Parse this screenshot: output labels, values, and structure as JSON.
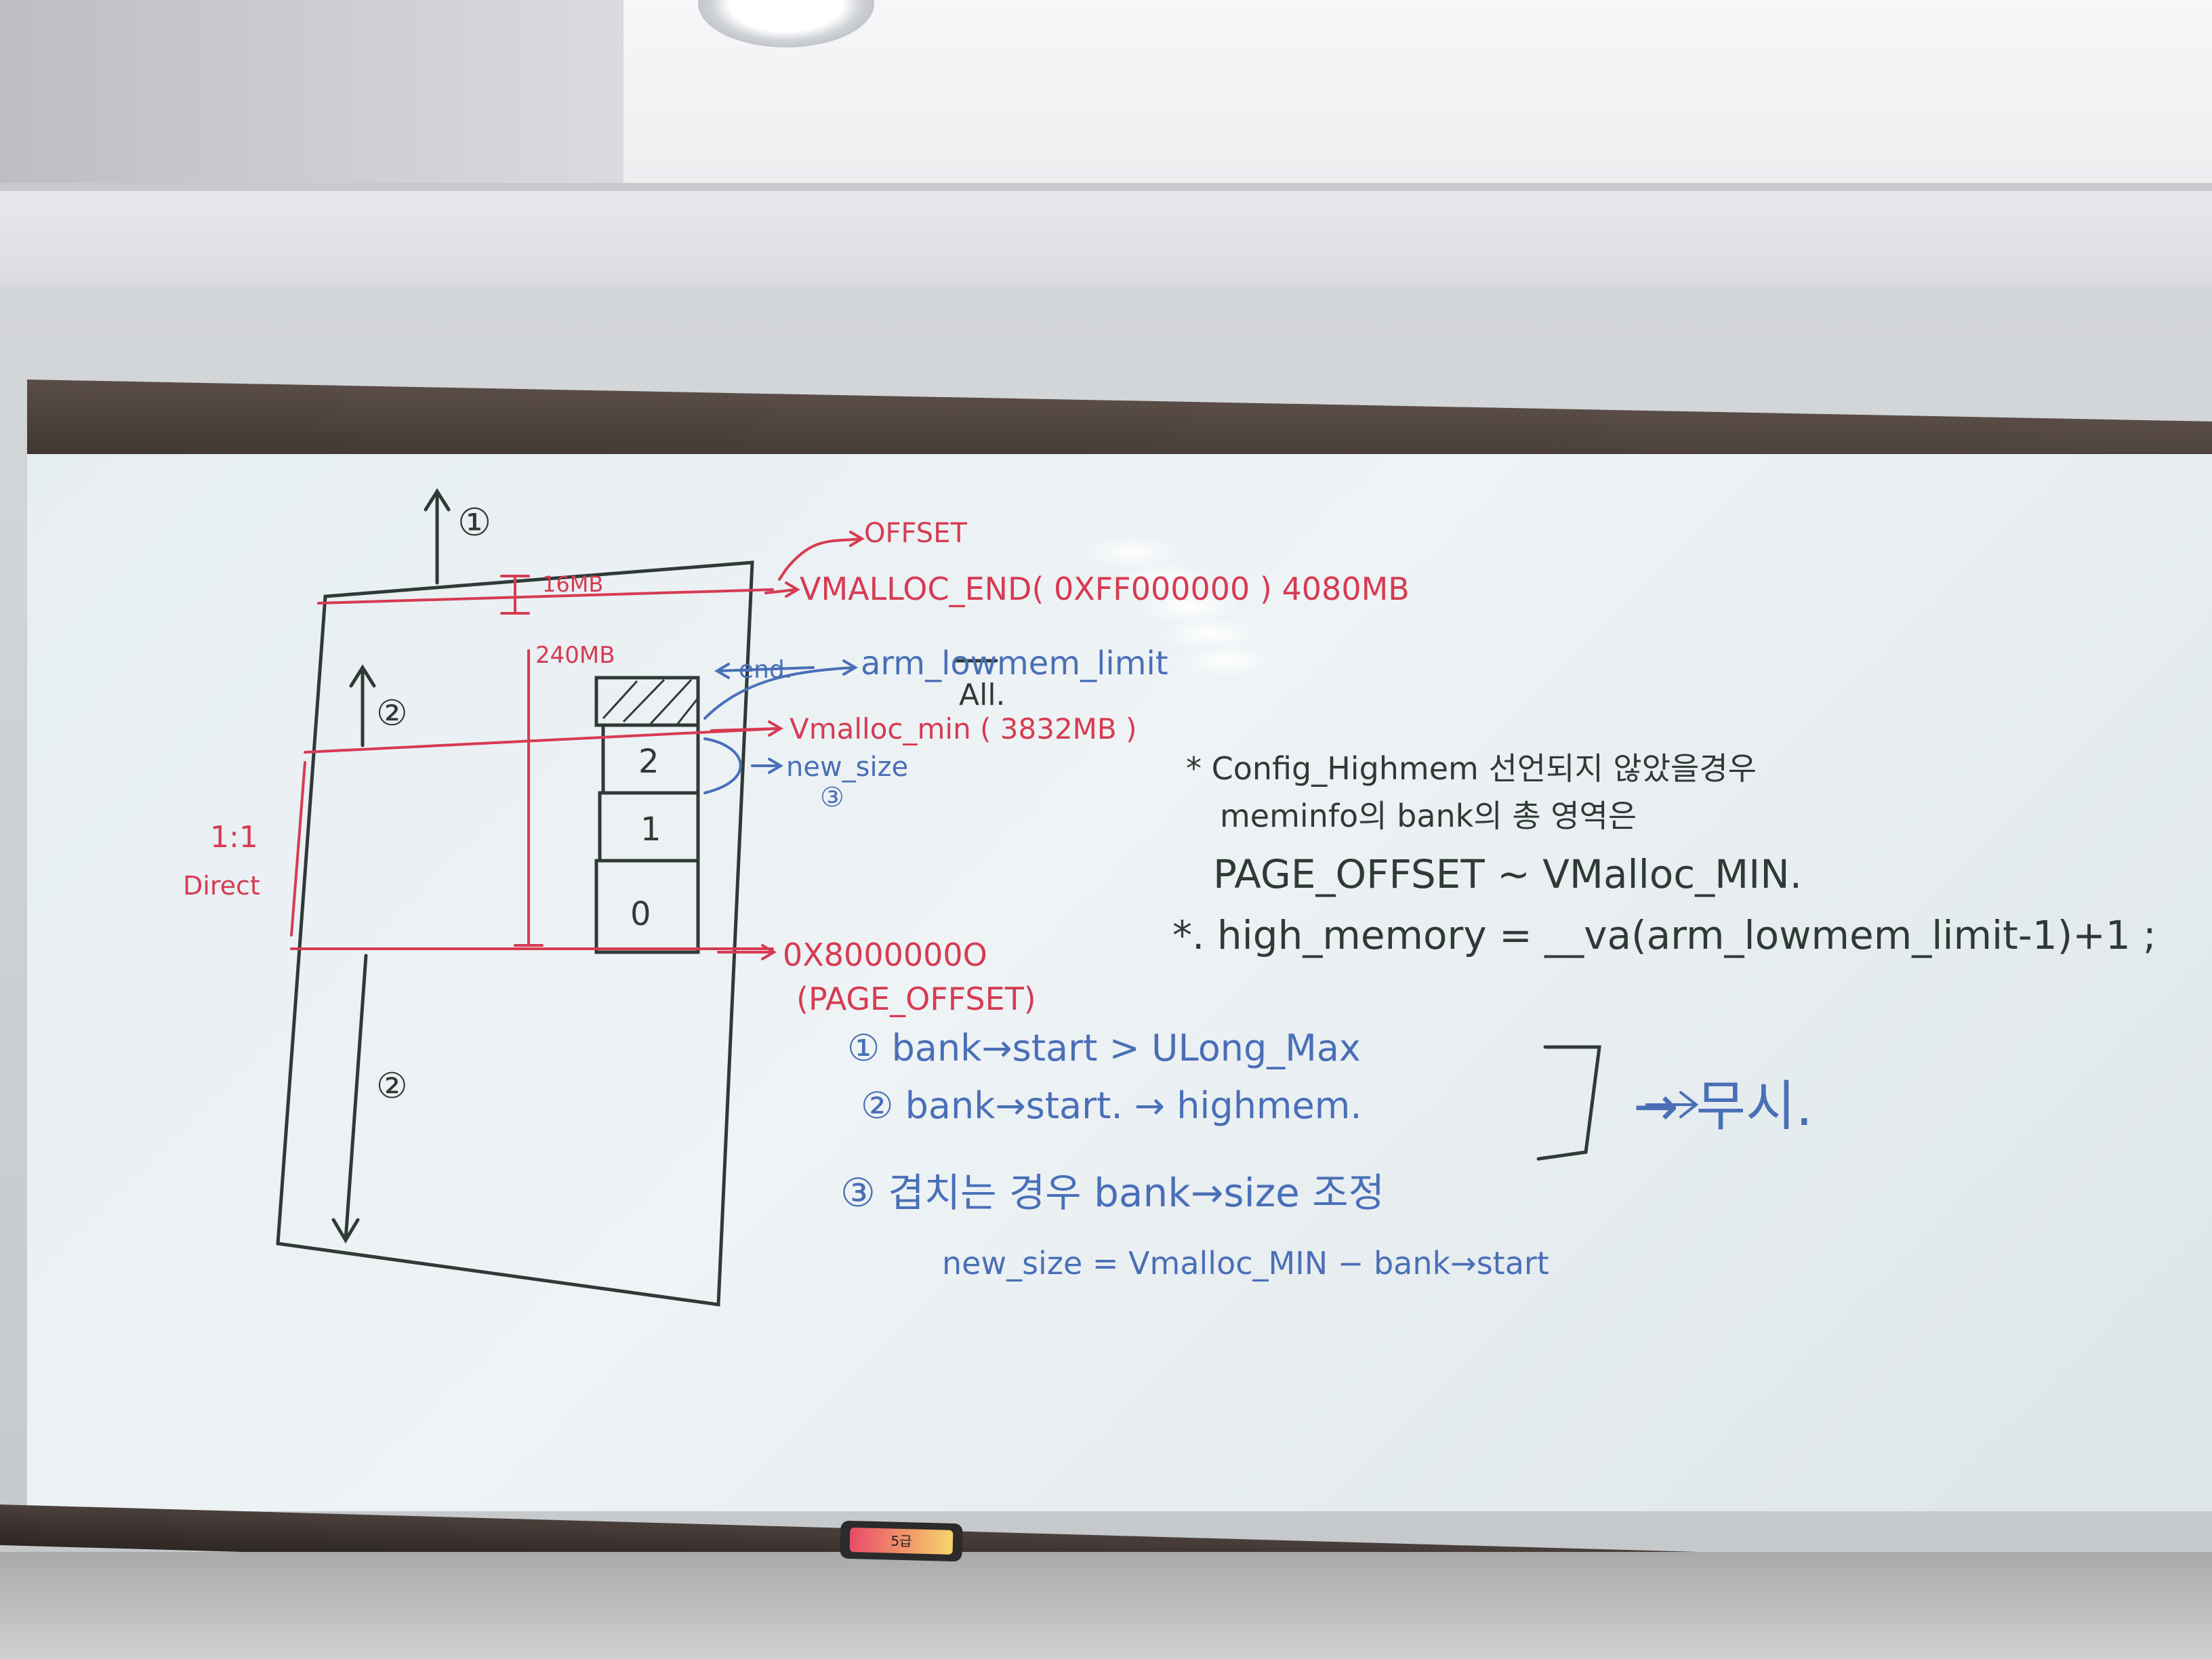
{
  "diagram": {
    "region_1": "①",
    "region_2_upper": "②",
    "region_2_lower": "②",
    "size_16mb": "16MB",
    "size_240mb": "240MB",
    "bank_2": "2",
    "bank_1": "1",
    "bank_0": "0",
    "one_to_one": "1:1",
    "direct": "Direct",
    "end_label": "end.",
    "all_label": "All."
  },
  "red_labels": {
    "offset": "OFFSET",
    "vmalloc_end": "VMALLOC_END( 0XFF000000 ) 4080MB",
    "vmalloc_min": "Vmalloc_min ( 3832MB )",
    "page_offset_addr": "0X8000000O",
    "page_offset": "(PAGE_OFFSET)"
  },
  "blue_labels": {
    "arm_lowmem_limit": "arm_lowmem_limit",
    "new_size": "new_size",
    "circle_3": "③",
    "rule_1": "① bank→start > ULong_Max",
    "rule_2": "② bank→start. → highmem.",
    "arrow_ignore": "→ 무시.",
    "rule_3": "③ 겹치는 경우 bank→size 조정",
    "new_size_formula": "new_size = Vmalloc_MIN − bank→start"
  },
  "black_notes": {
    "note_1a": "* Config_Highmem 선언되지 않았을경우",
    "note_1b": "meminfo의 bank의 총 영역은",
    "note_1c": "PAGE_OFFSET ~ VMalloc_MIN.",
    "note_2": "*. high_memory = __va(arm_lowmem_limit-1)+1 ;"
  },
  "eraser_label": "5급"
}
